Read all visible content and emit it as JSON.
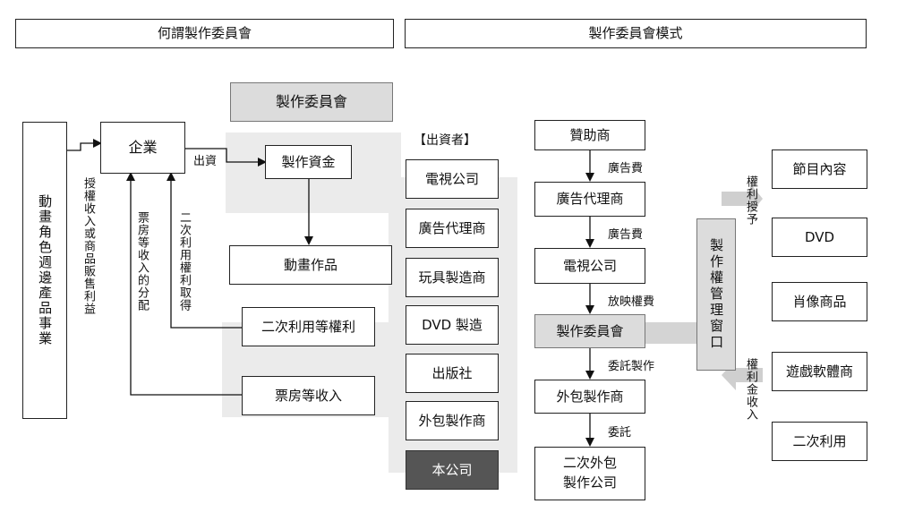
{
  "headers": {
    "left": "何謂製作委員會",
    "right": "製作委員會模式"
  },
  "left_diagram": {
    "committee_title": "製作委員會",
    "business": "動畫角色週邊產品事業",
    "company": "企業",
    "funds": "製作資金",
    "anime": "動畫作品",
    "secondary_rights": "二次利用等權利",
    "box_office": "票房等收入",
    "label_invest": "出資",
    "label_license_income": "授權收入或商品販售利益",
    "label_box_office_share": "票房等收入的分配",
    "label_secondary_use": "二次利用權利取得"
  },
  "investors": {
    "title": "【出資者】",
    "items": [
      "電視公司",
      "廣告代理商",
      "玩具製造商",
      "DVD 製造",
      "出版社",
      "外包製作商"
    ],
    "highlight": "本公司"
  },
  "flow": {
    "sponsor": "贊助商",
    "ad_agency": "廣告代理商",
    "tv": "電視公司",
    "committee": "製作委員會",
    "subcontractor": "外包製作商",
    "secondary_subcontract": "二次外包製作公司",
    "label_ad_fee_1": "廣告費",
    "label_ad_fee_2": "廣告費",
    "label_broadcast_fee": "放映權費",
    "label_commission": "委託製作",
    "label_entrust": "委託"
  },
  "rights_window": {
    "title": "製作權管理窗口",
    "label_grant": "權利授予",
    "label_income": "權利金收入"
  },
  "rights_targets": [
    "節目內容",
    "DVD",
    "肖像商品",
    "遊戲軟體商",
    "二次利用"
  ]
}
